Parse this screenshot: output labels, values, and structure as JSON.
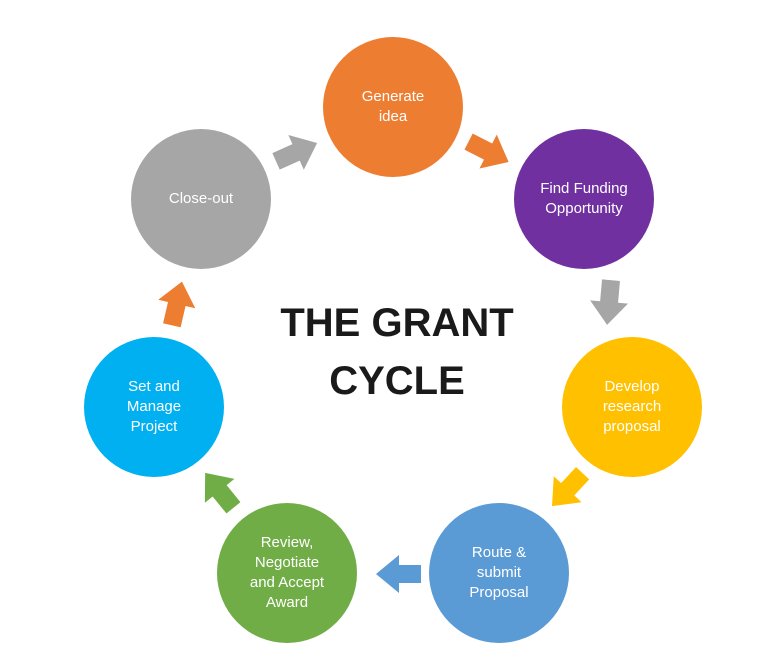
{
  "title": "THE GRANT\nCYCLE",
  "colors": {
    "orange": "#ED7D31",
    "purple": "#7030A0",
    "yellow": "#FFC000",
    "blue": "#5B9BD5",
    "green": "#70AD47",
    "cyan": "#00B0F0",
    "gray": "#A6A6A6",
    "title_text": "#1a1a1a",
    "node_text": "#FFFFFF",
    "background": "#FFFFFF"
  },
  "cycle": {
    "nodes": [
      {
        "id": "generate-idea",
        "label": "Generate\nidea",
        "color": "#ED7D31"
      },
      {
        "id": "find-funding",
        "label": "Find Funding\nOpportunity",
        "color": "#7030A0"
      },
      {
        "id": "develop-proposal",
        "label": "Develop\nresearch\nproposal",
        "color": "#FFC000"
      },
      {
        "id": "route-submit",
        "label": "Route &\nsubmit\nProposal",
        "color": "#5B9BD5"
      },
      {
        "id": "review-negotiate",
        "label": "Review,\nNegotiate\nand Accept\nAward",
        "color": "#70AD47"
      },
      {
        "id": "set-manage",
        "label": "Set and\nManage\nProject",
        "color": "#00B0F0"
      },
      {
        "id": "close-out",
        "label": "Close-out",
        "color": "#A6A6A6"
      }
    ],
    "arrows": [
      {
        "from": "close-out",
        "to": "generate-idea",
        "color": "#A6A6A6"
      },
      {
        "from": "generate-idea",
        "to": "find-funding",
        "color": "#ED7D31"
      },
      {
        "from": "find-funding",
        "to": "develop-proposal",
        "color": "#A6A6A6"
      },
      {
        "from": "develop-proposal",
        "to": "route-submit",
        "color": "#FFC000"
      },
      {
        "from": "route-submit",
        "to": "review-negotiate",
        "color": "#5B9BD5"
      },
      {
        "from": "review-negotiate",
        "to": "set-manage",
        "color": "#70AD47"
      },
      {
        "from": "set-manage",
        "to": "close-out",
        "color": "#ED7D31"
      }
    ]
  }
}
